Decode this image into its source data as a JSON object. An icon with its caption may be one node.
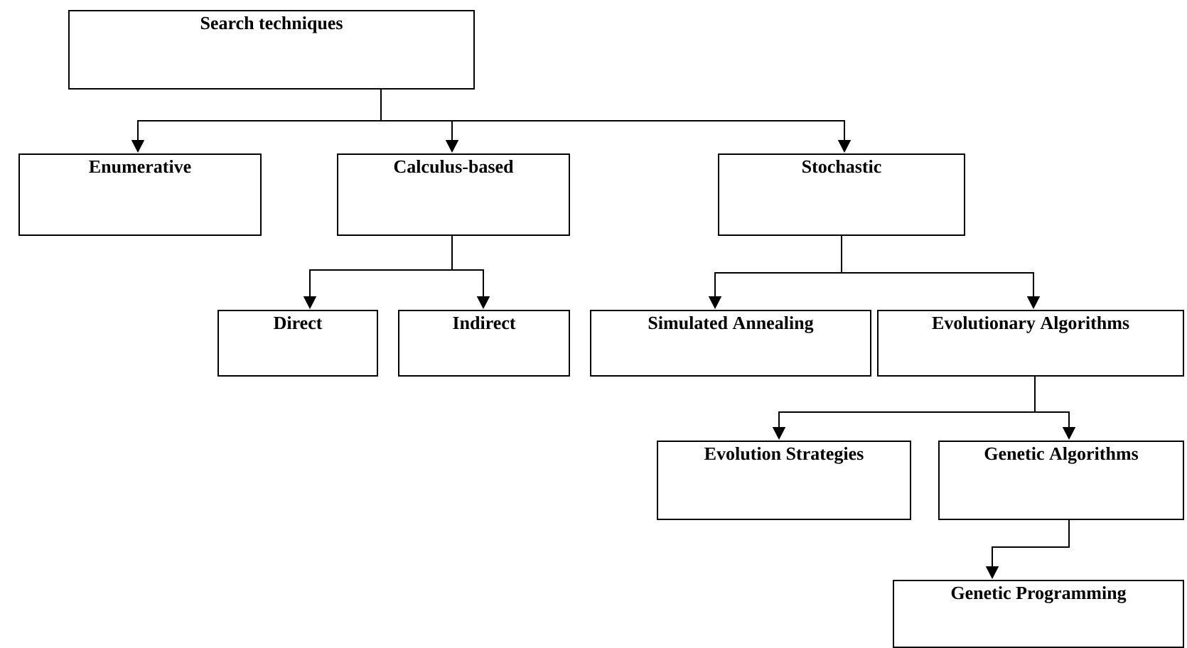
{
  "diagram": {
    "nodes": [
      {
        "text": [
          "Search techniques"
        ]
      },
      {
        "text": [
          "Enumerative"
        ]
      },
      {
        "text": [
          "Calculus-based"
        ]
      },
      {
        "text": [
          "Stochastic"
        ]
      },
      {
        "text": [
          "Direct"
        ]
      },
      {
        "text": [
          "Indirect"
        ]
      },
      {
        "text": [
          "Simulated Annealing"
        ]
      },
      {
        "text": [
          "Evolutionary Algorithms"
        ]
      },
      {
        "text": [
          "Evolution Strategies"
        ]
      },
      {
        "text": [
          "Genetic Algorithms"
        ]
      },
      {
        "text": [
          "Genetic Programming"
        ]
      }
    ],
    "edges": [
      {
        "from": 0,
        "to": 1,
        "arrow": "to"
      },
      {
        "from": 0,
        "to": 2,
        "arrow": "to"
      },
      {
        "from": 0,
        "to": 3,
        "arrow": "to"
      },
      {
        "from": 2,
        "to": 4,
        "arrow": "to"
      },
      {
        "from": 2,
        "to": 5,
        "arrow": "to"
      },
      {
        "from": 3,
        "to": 6,
        "arrow": "to"
      },
      {
        "from": 3,
        "to": 7,
        "arrow": "to"
      },
      {
        "from": 7,
        "to": 8,
        "arrow": "to"
      },
      {
        "from": 7,
        "to": 9,
        "arrow": "to"
      },
      {
        "from": 9,
        "to": 10,
        "arrow": "to"
      }
    ]
  }
}
